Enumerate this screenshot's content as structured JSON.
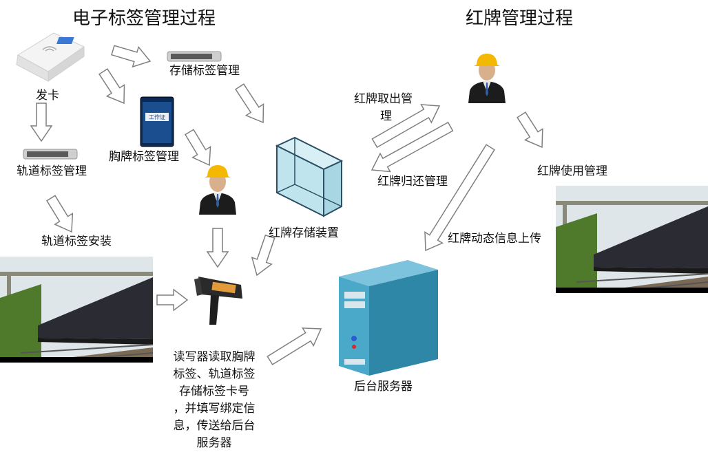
{
  "titles": {
    "left": "电子标签管理过程",
    "right": "红牌管理过程"
  },
  "labels": {
    "issue_card": "发卡",
    "storage_tag": "存储标签管理",
    "badge_tag": "胸牌标签管理",
    "track_tag": "轨道标签管理",
    "track_install": "轨道标签安装",
    "red_storage": "红牌存储装置",
    "take_out_1": "红牌取出管",
    "take_out_2": "理",
    "return": "红牌归还管理",
    "use": "红牌使用管理",
    "upload": "红牌动态信息上传",
    "server": "后台服务器",
    "badge_card_text": "工作证",
    "reader_lines": [
      "读写器读取胸牌",
      "标签、轨道标签",
      "存储标签卡号",
      "，并填写绑定信",
      "息，传送给后台",
      "服务器"
    ]
  },
  "colors": {
    "arrow_fill": "#ffffff",
    "arrow_stroke": "#7f7f7f",
    "helmet": "#f5b800",
    "suit": "#1c1c1c",
    "server_body": "#4aa8c8",
    "box_stroke": "#2a4e63",
    "box_fill": "#bfe4ee"
  },
  "icons": {
    "card_reader": "card-reader-icon",
    "tag_reader": "tag-reader-icon",
    "badge": "badge-card-icon",
    "worker": "worker-icon",
    "handheld": "handheld-reader-icon",
    "storage_box": "storage-box-icon",
    "server": "server-icon",
    "photo": "railway-photo"
  }
}
